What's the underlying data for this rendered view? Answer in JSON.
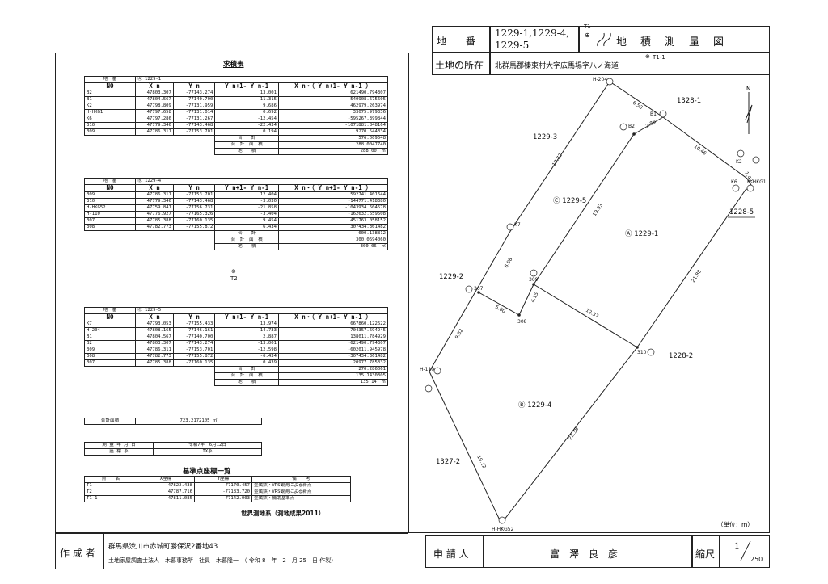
{
  "header": {
    "chiban_label": "地　　番",
    "chiban_value_1": "1229-1,1229-4,",
    "chiban_value_2": "1229-5",
    "t1_mark": "T1",
    "map_title": "地　積　測　量　図",
    "location_label": "土地の所在",
    "location_value": "北群馬郡榛東村大字広馬場字八ノ海道",
    "t1_1_mark": "T1-1"
  },
  "left": {
    "title": "求積表",
    "cols": {
      "label": "地　番",
      "no": "NO",
      "x": "X n",
      "y": "Y n",
      "dy": "Y n+1- Y n-1",
      "prod": "X n・（ Y n+1- Y n-1 ）"
    },
    "table1": {
      "parcel": "Ⓐ 1229-1",
      "rows": [
        [
          "B2",
          "47803.307",
          "-77143.274",
          "13.001",
          "621490.794307"
        ],
        [
          "B1",
          "47804.567",
          "-77140.700",
          "11.315",
          "540908.675605"
        ],
        [
          "K2",
          "47798.809",
          "-77131.959",
          "9.686",
          "462979.263974"
        ],
        [
          "H-HKG1",
          "47797.658",
          "-77131.014",
          "0.692",
          "33075.979336"
        ],
        [
          "K6",
          "47797.286",
          "-77131.267",
          "-12.454",
          "-595267.399844"
        ],
        [
          "310",
          "47779.346",
          "-77143.468",
          "-22.434",
          "-1071881.848164"
        ],
        [
          "309",
          "47786.311",
          "-77153.701",
          "0.194",
          "9270.544334"
        ]
      ],
      "sum_label": "合　　計",
      "sum": "576.009548",
      "area_label": "合　計　面　積",
      "area": "288.0047740",
      "chiseki_label": "地　　積",
      "chiseki": "288.00　㎡"
    },
    "table2": {
      "parcel": "Ⓑ 1229-4",
      "rows": [
        [
          "309",
          "47786.311",
          "-77153.701",
          "12.404",
          "592741.401644"
        ],
        [
          "310",
          "47779.346",
          "-77143.468",
          "-3.030",
          "-144771.418380"
        ],
        [
          "H-HKG52",
          "47759.841",
          "-77156.731",
          "-21.858",
          "-1043934.604578"
        ],
        [
          "H-110",
          "47776.927",
          "-77165.326",
          "-3.404",
          "-162632.659508"
        ],
        [
          "307",
          "47785.388",
          "-77160.135",
          "9.454",
          "451763.058152"
        ],
        [
          "308",
          "47782.773",
          "-77155.872",
          "6.434",
          "307434.361482"
        ]
      ],
      "sum_label": "合　　計",
      "sum": "600.138812",
      "area_label": "合　計　面　積",
      "area": "300.0694060",
      "chiseki_label": "地　　積",
      "chiseki": "300.06　㎡"
    },
    "t2_mark": "T2",
    "table3": {
      "parcel": "Ⓒ 1229-5",
      "rows": [
        [
          "K7",
          "47793.053",
          "-77155.433",
          "13.974",
          "667860.122622"
        ],
        [
          "H-204",
          "47808.165",
          "-77146.161",
          "14.733",
          "704357.694945"
        ],
        [
          "B1",
          "47804.567",
          "-77140.700",
          "2.887",
          "138011.784929"
        ],
        [
          "B2",
          "47803.307",
          "-77143.274",
          "-13.001",
          "-621490.794307"
        ],
        [
          "309",
          "47786.311",
          "-77153.701",
          "-12.598",
          "-602011.945978"
        ],
        [
          "308",
          "47782.773",
          "-77155.872",
          "-6.434",
          "-307434.361482"
        ],
        [
          "307",
          "47785.388",
          "-77160.135",
          "0.439",
          "20977.785332"
        ]
      ],
      "sum_label": "合　　計",
      "sum": "270.286061",
      "area_label": "合　計　面　積",
      "area": "135.1430305",
      "chiseki_label": "地　　積",
      "chiseki": "135.14　㎡"
    },
    "total_label": "合計面積",
    "total_value": "723.2172105 ㎡",
    "survey_date_label": "測 量 年 月 日",
    "survey_date_value": "令和7年　6月12日",
    "coord_system_label": "座 標 系",
    "coord_system_value": "IX系",
    "bench_title": "基準点座標一覧",
    "bench_cols": [
      "点　　名",
      "X座標",
      "Y座標",
      "備　　考"
    ],
    "bench_rows": [
      [
        "T1",
        "47822.438",
        "-77170.457",
        "金属鋲・VRS観測による新点"
      ],
      [
        "T2",
        "47787.716",
        "-77183.720",
        "金属鋲・VRS観測による新点"
      ],
      [
        "T1-1",
        "47811.085",
        "-77142.003",
        "金属鋲・補助基準点"
      ]
    ],
    "geodetic_note": "世界測地系（測地成果2011）"
  },
  "map": {
    "points": {
      "H204": "H-204",
      "B1": "B1",
      "B2": "B2",
      "K2": "K2",
      "K6": "K6",
      "HHKG1": "H-HKG1",
      "K7": "K7",
      "P307": "307",
      "P308": "308",
      "P309": "309",
      "P310": "310",
      "H110": "H-110",
      "HHKG52": "H-HKG52"
    },
    "distances": {
      "d653": "6.53",
      "d286": "2.86",
      "d1046": "10.46",
      "d149": "1.49",
      "d1772": "17.72",
      "d1993": "19.93",
      "d2188": "21.88",
      "d898": "8.98",
      "d415": "4.15",
      "d500": "5.00",
      "d1237": "12.37",
      "d932": "9.32",
      "d2338": "23.38",
      "d1912": "19.12"
    },
    "parcels": {
      "a": "Ⓐ 1229-1",
      "b": "Ⓑ 1229-4",
      "c": "Ⓒ 1229-5"
    },
    "neighbors": {
      "n13281": "1328-1",
      "n12293": "1229-3",
      "n12285": "1228-5",
      "n12292": "1229-2",
      "n12282": "1228-2",
      "n13272": "1327-2"
    },
    "north": "N",
    "unit_note": "（単位：m）"
  },
  "footer": {
    "author_label": "作 成 者",
    "author_addr": "群馬県渋川市赤城町勝保沢2番地43",
    "author_name": "土地家屋調査士法人　木暮事務所　社員　木暮隆一　（ 令和 8　年　2　月 25　日 作製）",
    "applicant_label": "申 請 人",
    "applicant_name": "富　澤　良　彦",
    "scale_label": "縮尺",
    "scale_num": "1",
    "scale_den": "250"
  }
}
